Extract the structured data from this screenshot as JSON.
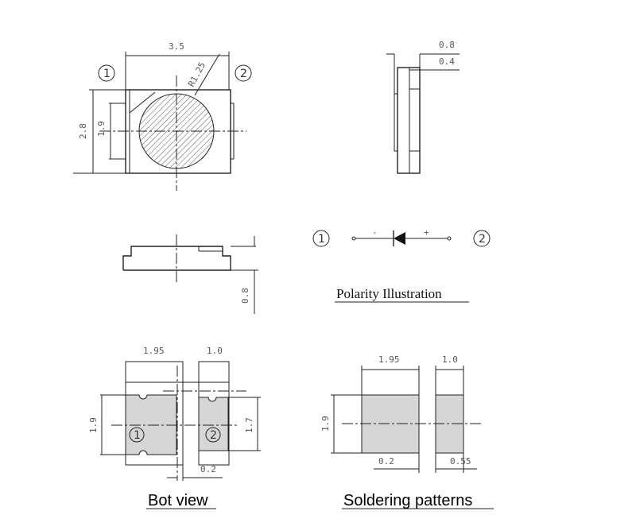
{
  "top_view": {
    "width": "3.5",
    "height": "2.8",
    "pad_height": "1.9",
    "radius": "R1.25",
    "pin1": "1",
    "pin2": "2"
  },
  "side_view": {
    "total": "0.8",
    "lead": "0.4"
  },
  "front_view": {
    "height": "0.8"
  },
  "polarity": {
    "pin1": "1",
    "pin2": "2",
    "minus": "-",
    "plus": "+",
    "title": "Polarity Illustration"
  },
  "bot_view": {
    "pad1_width": "1.95",
    "pad2_width": "1.0",
    "pad1_height": "1.9",
    "pad2_height": "1.7",
    "gap": "0.2",
    "pin1": "1",
    "pin2": "2",
    "title": "Bot view"
  },
  "soldering": {
    "pad1_width": "1.95",
    "pad2_width": "1.0",
    "pad_height": "1.9",
    "gap": "0.2",
    "pad2_gap": "0.55",
    "title": "Soldering patterns"
  }
}
